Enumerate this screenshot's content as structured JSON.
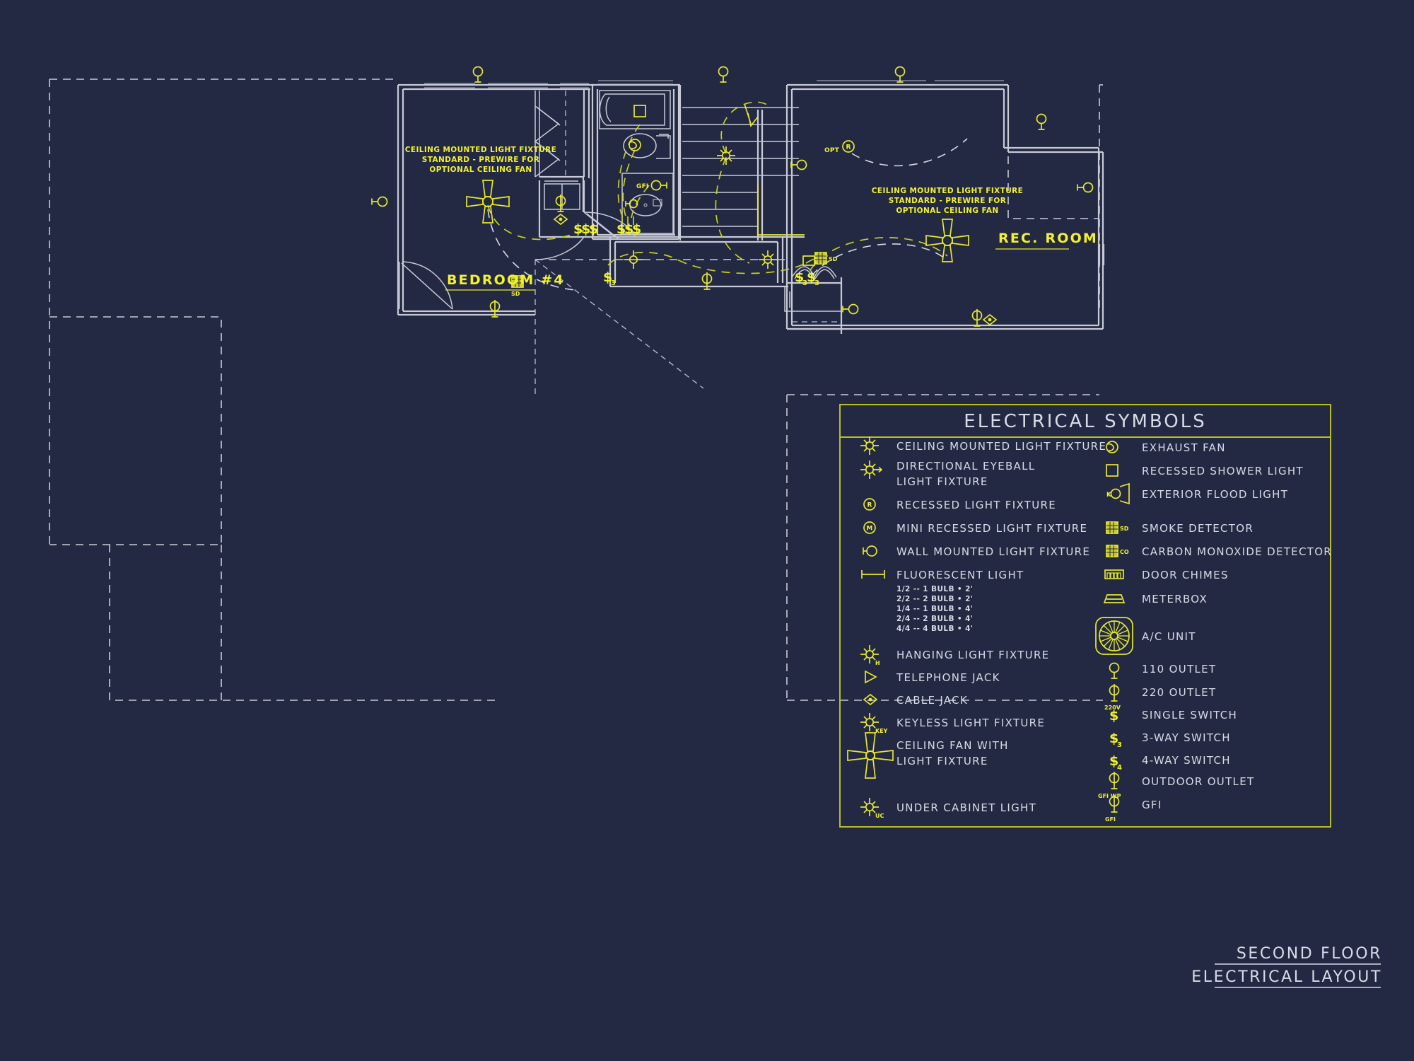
{
  "sheet": {
    "background_color": "#232942",
    "line_color": "#c8cbd6",
    "electrical_color": "#e8e82a",
    "legend_border_color": "#b9bf22"
  },
  "title_block": {
    "line1": "SECOND FLOOR",
    "line2": "ELECTRICAL LAYOUT"
  },
  "plan": {
    "rooms": [
      {
        "name": "BEDROOM #4"
      },
      {
        "name": "REC. ROOM"
      }
    ],
    "notes": [
      {
        "id": "bedroom-fan-note",
        "line1": "CEILING MOUNTED LIGHT FIXTURE",
        "line2": "STANDARD - PREWIRE FOR",
        "line3": "OPTIONAL CEILING FAN"
      },
      {
        "id": "recroom-fan-note",
        "line1": "CEILING MOUNTED LIGHT FIXTURE",
        "line2": "STANDARD - PREWIRE FOR",
        "line3": "OPTIONAL CEILING FAN"
      }
    ],
    "device_tags": [
      {
        "id": "opt-recessed",
        "text": "OPT"
      },
      {
        "id": "opt-recessed-letter",
        "text": "R"
      },
      {
        "id": "gfi-bath",
        "text": "GFI"
      },
      {
        "id": "smoke-bedroom",
        "text": "SD"
      },
      {
        "id": "smoke-hall",
        "text": "SD"
      },
      {
        "id": "three-way-a",
        "text": "3"
      },
      {
        "id": "three-way-b",
        "text": "3"
      },
      {
        "id": "three-way-c",
        "text": "3"
      }
    ]
  },
  "legend": {
    "title": "ELECTRICAL SYMBOLS",
    "left_column": [
      {
        "symbol": "ceiling-mounted-light-fixture-icon",
        "label": "CEILING MOUNTED LIGHT FIXTURE"
      },
      {
        "symbol": "directional-eyeball-light-fixture-icon",
        "label": "DIRECTIONAL EYEBALL",
        "label2": "LIGHT FIXTURE"
      },
      {
        "symbol": "recessed-light-fixture-icon",
        "label": "RECESSED LIGHT FIXTURE"
      },
      {
        "symbol": "mini-recessed-light-fixture-icon",
        "label": "MINI RECESSED LIGHT FIXTURE"
      },
      {
        "symbol": "wall-mounted-light-fixture-icon",
        "label": "WALL MOUNTED LIGHT FIXTURE"
      },
      {
        "symbol": "fluorescent-light-icon",
        "label": "FLUORESCENT LIGHT",
        "sub_items": [
          "1/2  -- 1 BULB • 2'",
          "2/2 -- 2 BULB • 2'",
          "1/4  -- 1 BULB • 4'",
          "2/4 -- 2 BULB • 4'",
          "4/4 -- 4 BULB • 4'"
        ]
      },
      {
        "symbol": "hanging-light-fixture-icon",
        "label": "HANGING LIGHT FIXTURE",
        "tag": "H"
      },
      {
        "symbol": "telephone-jack-icon",
        "label": "TELEPHONE JACK"
      },
      {
        "symbol": "cable-jack-icon",
        "label": "CABLE JACK"
      },
      {
        "symbol": "keyless-light-fixture-icon",
        "label": "KEYLESS LIGHT FIXTURE",
        "tag": "KEY"
      },
      {
        "symbol": "ceiling-fan-with-light-fixture-icon",
        "label": "CEILING FAN WITH",
        "label2": "LIGHT FIXTURE"
      },
      {
        "symbol": "under-cabinet-light-icon",
        "label": "UNDER CABINET LIGHT",
        "tag": "UC"
      }
    ],
    "right_column": [
      {
        "symbol": "exhaust-fan-icon",
        "label": "EXHAUST FAN"
      },
      {
        "symbol": "recessed-shower-light-icon",
        "label": "RECESSED SHOWER LIGHT"
      },
      {
        "symbol": "exterior-flood-light-icon",
        "label": "EXTERIOR FLOOD LIGHT"
      },
      {
        "symbol": "smoke-detector-icon",
        "label": "SMOKE DETECTOR",
        "tag": "SD"
      },
      {
        "symbol": "carbon-monoxide-detector-icon",
        "label": "CARBON MONOXIDE DETECTOR",
        "tag": "CO"
      },
      {
        "symbol": "door-chimes-icon",
        "label": "DOOR CHIMES"
      },
      {
        "symbol": "meterbox-icon",
        "label": "METERBOX"
      },
      {
        "symbol": "ac-unit-icon",
        "label": "A/C UNIT"
      },
      {
        "symbol": "outlet-110-icon",
        "label": "110 OUTLET"
      },
      {
        "symbol": "outlet-220-icon",
        "label": "220 OUTLET",
        "tag": "220V"
      },
      {
        "symbol": "single-switch-icon",
        "label": "SINGLE SWITCH",
        "glyph": "$"
      },
      {
        "symbol": "three-way-switch-icon",
        "label": "3-WAY SWITCH",
        "glyph": "$",
        "tag": "3"
      },
      {
        "symbol": "four-way-switch-icon",
        "label": "4-WAY SWITCH",
        "glyph": "$",
        "tag": "4"
      },
      {
        "symbol": "outdoor-outlet-icon",
        "label": "OUTDOOR OUTLET",
        "tag": "GFI WP"
      },
      {
        "symbol": "gfi-outlet-icon",
        "label": "GFI",
        "tag": "GFI"
      }
    ]
  }
}
